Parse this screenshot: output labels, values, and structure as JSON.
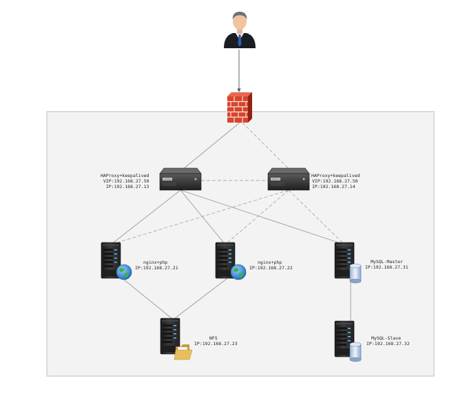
{
  "colors": {
    "panel_bg": "#f3f3f3",
    "panel_border": "#bdbdbd",
    "solid_link": "#9a9a9a",
    "dashed_link": "#a8a8a8",
    "server_body": "#2b2b2b",
    "firewall_brick": "#d9442b"
  },
  "nodes": {
    "user": {
      "icon": "businessman-icon"
    },
    "firewall": {
      "icon": "firewall-icon"
    },
    "lb1": {
      "icon": "load-balancer-icon",
      "name": "HAProxy+keepalived",
      "vip": "VIP:192.168.27.50",
      "ip": "IP:192.168.27.13"
    },
    "lb2": {
      "icon": "load-balancer-icon",
      "name": "HAProxy+keepalived",
      "vip": "VIP:192.168.27.50",
      "ip": "IP:192.168.27.14"
    },
    "web1": {
      "icon": "web-server-icon",
      "name": "nginx+php",
      "ip": "IP:192.168.27.21"
    },
    "web2": {
      "icon": "web-server-icon",
      "name": "nginx+php",
      "ip": "IP:192.168.27.22"
    },
    "db_master": {
      "icon": "database-server-icon",
      "name": "MySQL-Master",
      "ip": "IP:192.168.27.31"
    },
    "nfs": {
      "icon": "file-server-icon",
      "name": "NFS",
      "ip": "IP:192.168.27.23"
    },
    "db_slave": {
      "icon": "database-server-icon",
      "name": "MySQL-Slave",
      "ip": "IP:192.168.27.32"
    }
  },
  "links": [
    {
      "from": "user",
      "to": "firewall",
      "style": "arrow"
    },
    {
      "from": "firewall",
      "to": "lb1",
      "style": "solid"
    },
    {
      "from": "firewall",
      "to": "lb2",
      "style": "dashed"
    },
    {
      "from": "lb1",
      "to": "lb2",
      "style": "dashed"
    },
    {
      "from": "lb1",
      "to": "web1",
      "style": "solid"
    },
    {
      "from": "lb1",
      "to": "web2",
      "style": "solid"
    },
    {
      "from": "lb1",
      "to": "db_master",
      "style": "solid"
    },
    {
      "from": "lb2",
      "to": "web1",
      "style": "dashed"
    },
    {
      "from": "lb2",
      "to": "web2",
      "style": "dashed"
    },
    {
      "from": "lb2",
      "to": "db_master",
      "style": "dashed"
    },
    {
      "from": "web1",
      "to": "nfs",
      "style": "solid"
    },
    {
      "from": "web2",
      "to": "nfs",
      "style": "solid"
    },
    {
      "from": "db_master",
      "to": "db_slave",
      "style": "solid"
    }
  ]
}
